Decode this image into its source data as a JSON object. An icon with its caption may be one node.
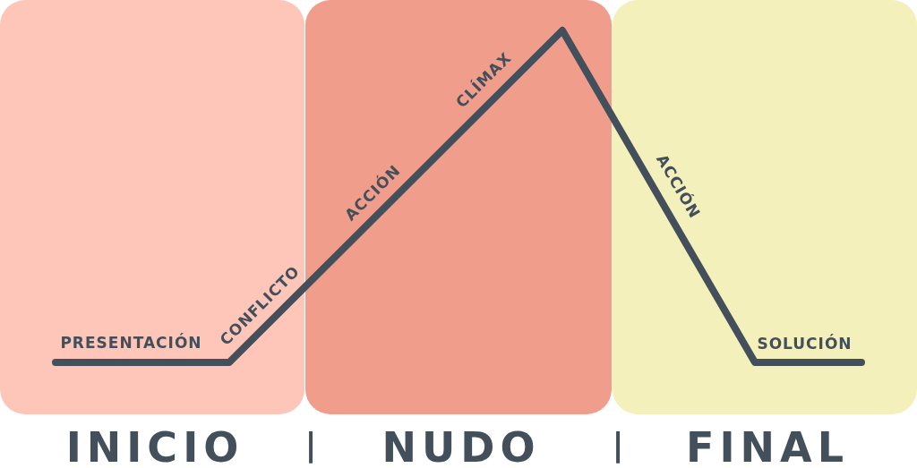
{
  "diagram": {
    "nodes": [
      {
        "text": [
          "INICIO"
        ]
      },
      {
        "text": [
          "NUDO"
        ]
      },
      {
        "text": [
          "FINAL"
        ]
      }
    ],
    "labels": [
      "PRESENTACIÓN",
      "CONFLICTO",
      "ACCIÓN",
      "CLÍMAX",
      "ACCIÓN",
      "SOLUCIÓN",
      "|",
      "|"
    ]
  }
}
